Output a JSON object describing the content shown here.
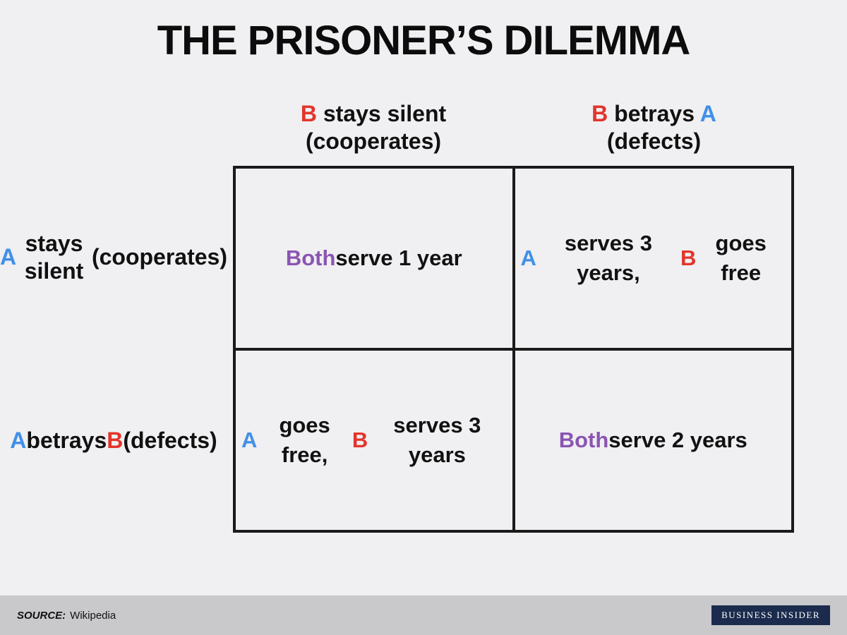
{
  "title": "THE PRISONER’S DILEMMA",
  "colors": {
    "blue": "#4090e8",
    "red": "#e2352b",
    "purple": "#8a55b2",
    "black": "#111111"
  },
  "matrix": {
    "col_headers": [
      [
        {
          "text": "B",
          "color": "red"
        },
        {
          "text": " stays silent"
        },
        {
          "br": true
        },
        {
          "text": "(cooperates)"
        }
      ],
      [
        {
          "text": "B",
          "color": "red"
        },
        {
          "text": " betrays "
        },
        {
          "text": "A",
          "color": "blue"
        },
        {
          "br": true
        },
        {
          "text": "(defects)"
        }
      ]
    ],
    "row_headers": [
      [
        {
          "text": "A",
          "color": "blue"
        },
        {
          "text": " stays silent"
        },
        {
          "br": true
        },
        {
          "text": "(cooperates)"
        }
      ],
      [
        {
          "text": "A",
          "color": "blue"
        },
        {
          "text": " betrays "
        },
        {
          "text": "B",
          "color": "red"
        },
        {
          "br": true
        },
        {
          "text": "(defects)"
        }
      ]
    ],
    "cells": [
      [
        {
          "text": "Both",
          "color": "purple"
        },
        {
          "text": " serve 1 year"
        }
      ],
      [
        {
          "text": "A",
          "color": "blue"
        },
        {
          "text": " serves 3 years,"
        },
        {
          "br": true
        },
        {
          "text": "B",
          "color": "red"
        },
        {
          "text": " goes free"
        }
      ],
      [
        {
          "text": "A",
          "color": "blue"
        },
        {
          "text": " goes free,"
        },
        {
          "br": true
        },
        {
          "text": "B",
          "color": "red"
        },
        {
          "text": " serves 3 years"
        }
      ],
      [
        {
          "text": "Both",
          "color": "purple"
        },
        {
          "text": " serve 2 years"
        }
      ]
    ]
  },
  "footer": {
    "source_label": "SOURCE:",
    "source_value": "Wikipedia",
    "brand": "BUSINESS INSIDER"
  }
}
